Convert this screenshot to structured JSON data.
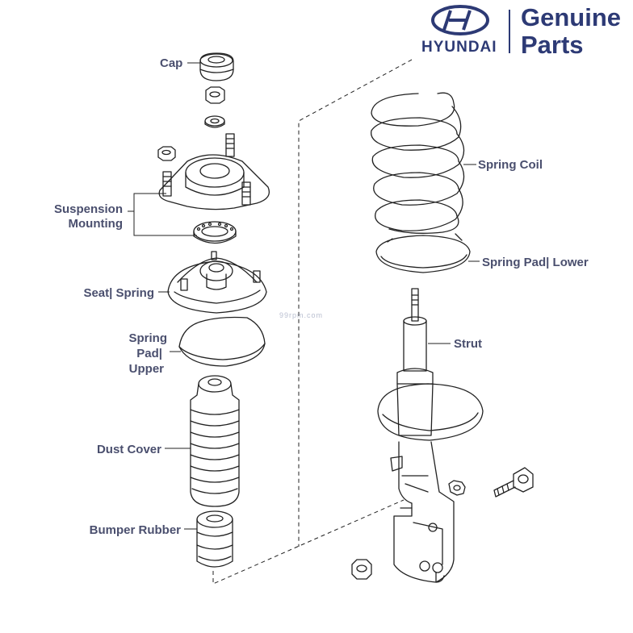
{
  "brand": {
    "name": "HYUNDAI",
    "tagline_line1": "Genuine",
    "tagline_line2": "Parts",
    "color": "#2d3a75"
  },
  "watermark": "99rpm.com",
  "labels": {
    "cap": "Cap",
    "suspension_mounting_1": "Suspension",
    "suspension_mounting_2": "Mounting",
    "seat_spring": "Seat| Spring",
    "spring_pad_upper_1": "Spring",
    "spring_pad_upper_2": "Pad|",
    "spring_pad_upper_3": "Upper",
    "dust_cover": "Dust Cover",
    "bumper_rubber": "Bumper Rubber",
    "spring_coil": "Spring Coil",
    "spring_pad_lower": "Spring Pad| Lower",
    "strut": "Strut"
  },
  "colors": {
    "label_text": "#4a4f6e",
    "line": "#222222"
  }
}
